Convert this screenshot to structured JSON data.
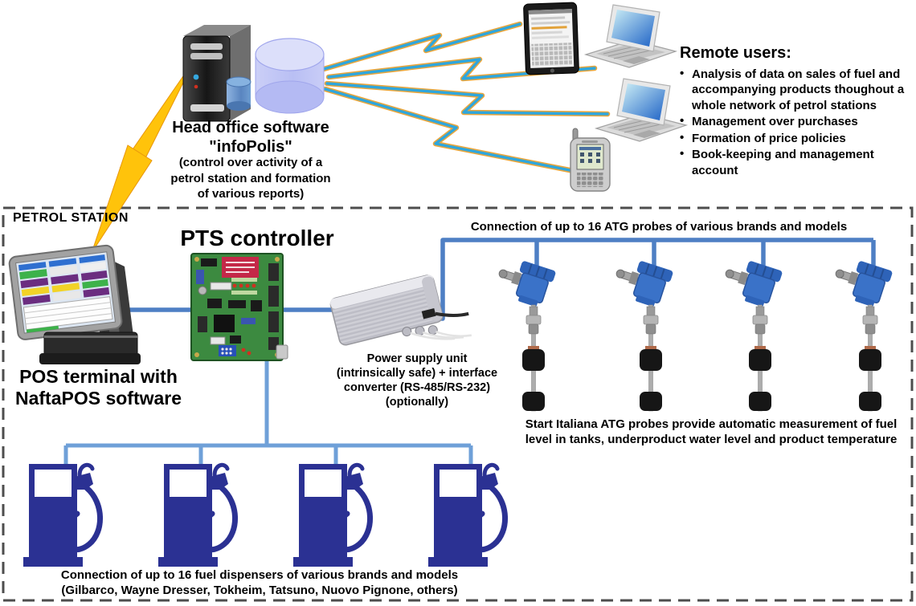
{
  "head_office": {
    "title_line1": "Head office software",
    "title_line2": "\"infoPolis\"",
    "subtitle_lines": [
      "(control over activity of a",
      "petrol station and formation",
      "of various reports)"
    ]
  },
  "remote_users": {
    "title": "Remote users:",
    "bullets": [
      "Analysis of data on sales of fuel and\naccompanying products thoughout a\nwhole network of petrol stations",
      "Management over purchases",
      "Formation of price policies",
      "Book-keeping and management\naccount"
    ]
  },
  "petrol_station": {
    "label": "PETROL STATION",
    "pts_controller_title": "PTS controller",
    "pos_terminal_lines": [
      "POS terminal with",
      "NaftaPOS software"
    ],
    "power_supply_lines": [
      "Power supply unit",
      "(intrinsically safe) + interface",
      "converter (RS-485/RS-232)",
      "(optionally)"
    ],
    "atg_connection_label": "Connection of up to 16 ATG probes of various brands and models",
    "atg_description_lines": [
      "Start Italiana ATG probes provide automatic measurement of fuel",
      "level in tanks, underproduct water level and product temperature"
    ],
    "dispenser_connection_lines": [
      "Connection of up to 16 fuel dispensers of various brands and models",
      "(Gilbarco, Wayne Dresser, Tokheim, Tatsuno, Nuovo Pignone, others)"
    ]
  },
  "icons": {
    "communication_link": "lightning-bolt",
    "head_office_hardware": "server-tower-and-database-cylinder",
    "remote_devices": [
      "tablet",
      "laptop",
      "laptop",
      "pda-phone"
    ],
    "station_equipment": [
      "pos-terminal",
      "pts-controller-board",
      "power-supply-unit",
      "atg-probe",
      "fuel-dispenser"
    ]
  },
  "colors": {
    "connection_line_blue": "#4E7FC4",
    "dispenser_line_blue": "#6FA0D8",
    "bolt_cyan_fill": "#2FA6DC",
    "bolt_orange_edge": "#EAA63C",
    "bolt_yellow": "#FFC30B",
    "dispenser_navy": "#2B3193",
    "probe_blue": "#3A72C8",
    "database_lavender": "#C5CAF5",
    "dashed_border_gray": "#4D4D4D"
  }
}
